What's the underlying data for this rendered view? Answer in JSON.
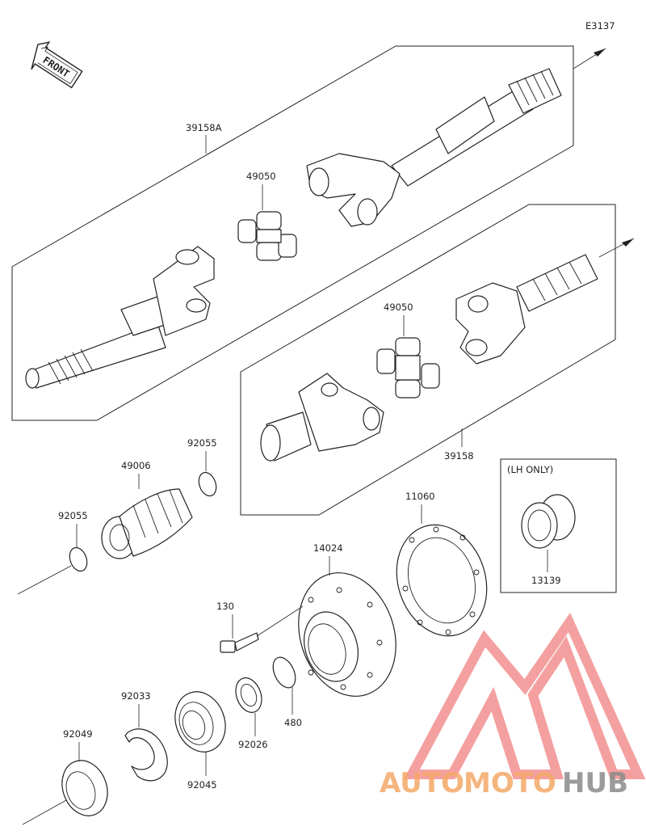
{
  "diagram_code": "E3137",
  "front_label": "FRONT",
  "note_lh_only": "(LH ONLY)",
  "parts": {
    "shaft_assy_a": "39158A",
    "shaft_assy": "39158",
    "joint_upper": "49050",
    "joint_lower": "49050",
    "boot": "49006",
    "boot_band_upper": "92055",
    "boot_band_lower": "92055",
    "gasket": "11060",
    "housing": "14024",
    "bolt": "130",
    "circlip_small": "480",
    "snap_ring": "92033",
    "bearing": "92045",
    "collar": "92026",
    "oil_seal": "92049",
    "gear_lh": "13139"
  },
  "watermark": {
    "part1": "AUTO",
    "part2": "MOTO",
    "part3": "HUB",
    "accent_color": "#f4a968",
    "logo_color": "#f08080",
    "grey_color": "#8a8a8a"
  }
}
